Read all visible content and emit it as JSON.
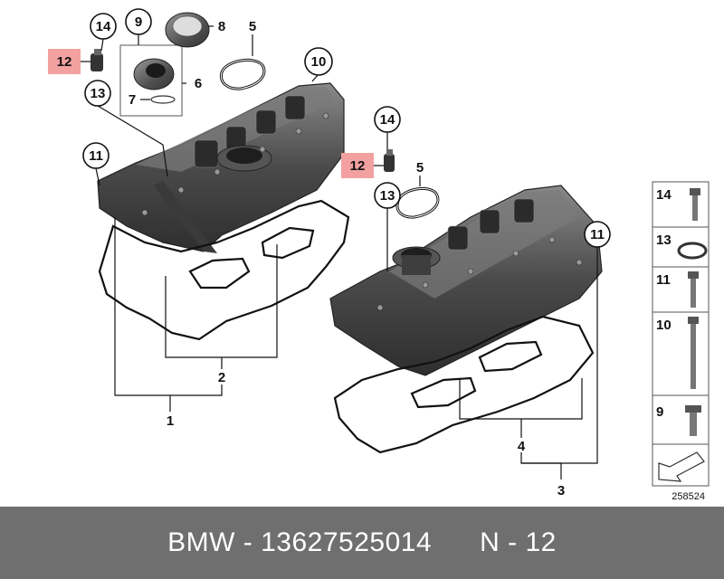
{
  "callouts": {
    "c14a": "14",
    "c9": "9",
    "c8": "8",
    "c5a": "5",
    "c12a": "12",
    "c10": "10",
    "c6": "6",
    "c7": "7",
    "c13a": "13",
    "c11a": "11",
    "c2": "2",
    "c1": "1",
    "c14b": "14",
    "c12b": "12",
    "c5b": "5",
    "c13b": "13",
    "c11b": "11",
    "c4": "4",
    "c3": "3"
  },
  "legend": {
    "l14": "14",
    "l13": "13",
    "l11": "11",
    "l10": "10",
    "l9": "9"
  },
  "ref_number": "258524",
  "footer": {
    "brand": "BMW",
    "sep1": " - ",
    "part_number": "13627525014",
    "gap": "      ",
    "position": "N - 12"
  },
  "colors": {
    "highlight": "#f2a0a0",
    "footer_bg": "#6f6f6f",
    "part_fill": "#4a4a4a"
  }
}
